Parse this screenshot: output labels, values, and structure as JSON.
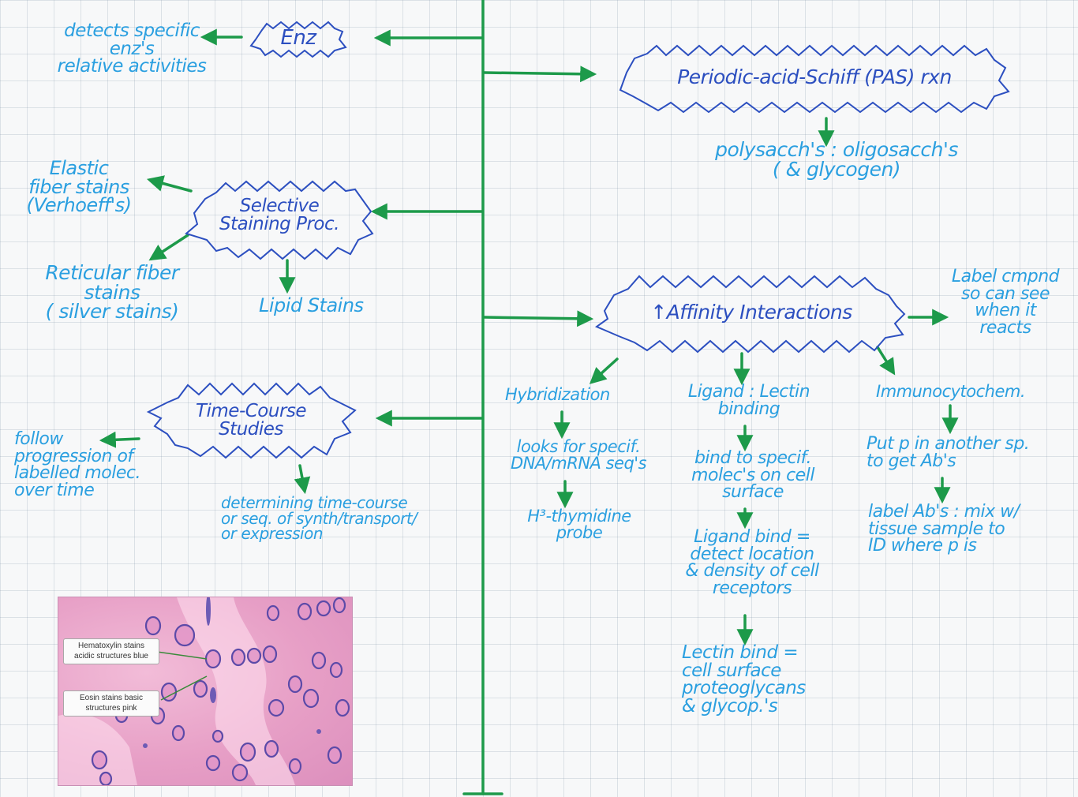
{
  "colors": {
    "arrow": "#1d9a4a",
    "label_text": "#2a9fe0",
    "node_text": "#2c4fc0"
  },
  "nodes": {
    "enz": "Enz",
    "pas": "Periodic-acid-Schiff (PAS) rxn",
    "selective": "Selective\nStaining Proc.",
    "affinity": "↑Affinity Interactions",
    "time_course": "Time-Course\nStudies"
  },
  "notes": {
    "enz_detects": "detects specific\nenz's\nrelative activities",
    "pas_result": "polysacch's : oligosacch's\n( & glycogen)",
    "elastic": "Elastic\nfiber stains\n(Verhoeff's)",
    "reticular": "Reticular fiber\nstains\n( silver stains)",
    "lipid": "Lipid Stains",
    "label_cmpd": "Label cmpnd\nso can see\nwhen it\nreacts",
    "hybridization": "Hybridization",
    "hyb_looks": "looks for specif.\nDNA/mRNA seq's",
    "hyb_probe": "H³-thymidine\nprobe",
    "ligand": "Ligand : Lectin\nbinding",
    "lig_bind": "bind to specif.\nmolec's on cell\nsurface",
    "lig_ligand": "Ligand bind =\ndetect location\n& density of cell\nreceptors",
    "lig_lectin": "Lectin bind =\ncell surface\nproteoglycans\n& glycop.'s",
    "immuno": "Immunocytochem.",
    "imm_put": "Put p in another sp.\nto get Ab's",
    "imm_label": "label Ab's : mix w/\ntissue sample to\nID where p is",
    "follow": "follow\nprogression of\nlabelled molec.\nover time",
    "determining": "determining time-course\nor seq. of synth/transport/\nor expression"
  },
  "photo": {
    "callout_hematoxylin": "Hematoxylin stains\nacidic structures blue",
    "callout_eosin": "Eosin stains basic\nstructures pink"
  }
}
